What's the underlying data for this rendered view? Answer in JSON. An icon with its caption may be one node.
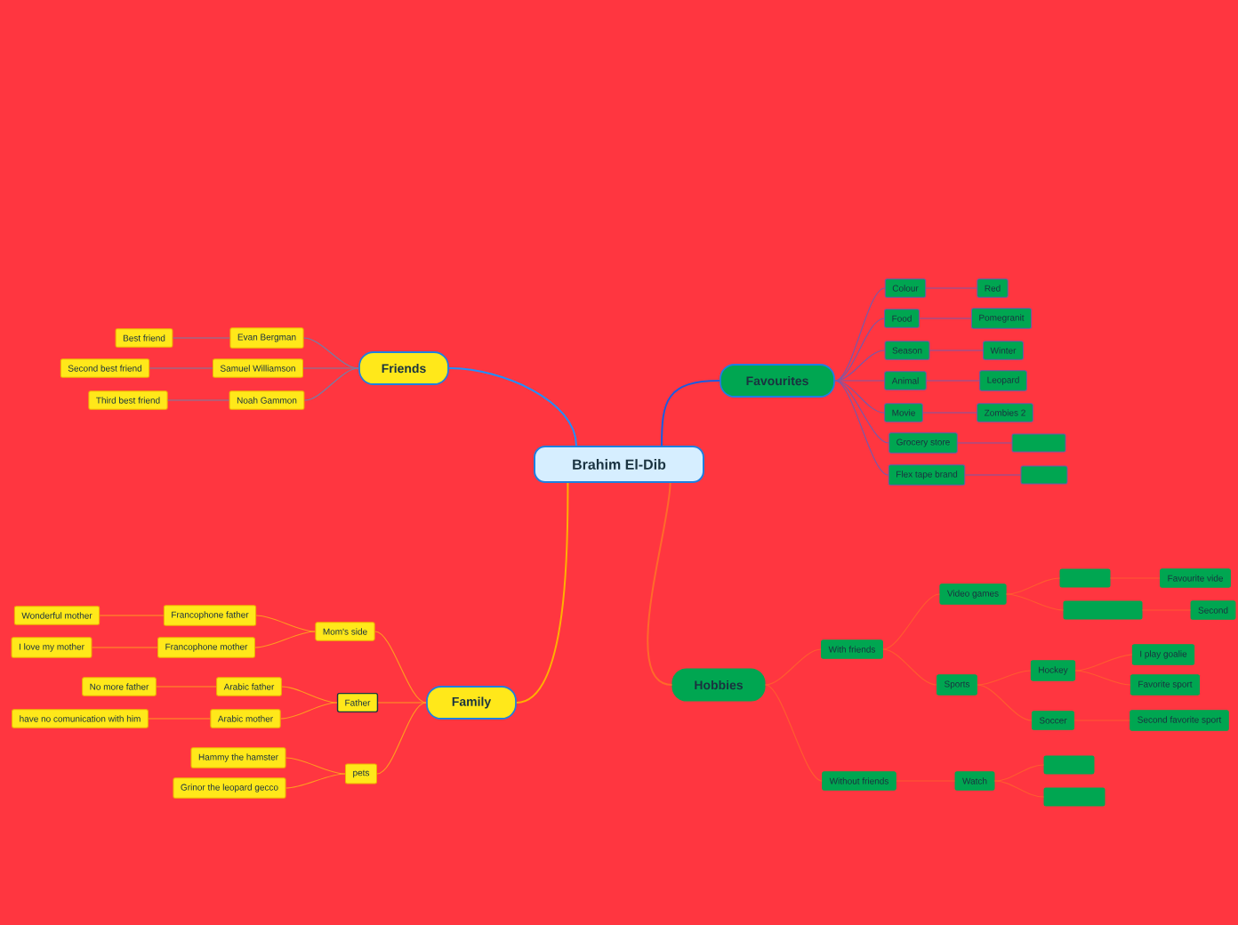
{
  "diagram": {
    "nodes": [
      {
        "text": [
          "Brahim El-Dib"
        ]
      },
      {
        "text": [
          "Friends"
        ]
      },
      {
        "text": [
          "Evan Bergman"
        ]
      },
      {
        "text": [
          "Best friend"
        ]
      },
      {
        "text": [
          "Samuel Williamson"
        ]
      },
      {
        "text": [
          "Second best friend"
        ]
      },
      {
        "text": [
          "Noah Gammon"
        ]
      },
      {
        "text": [
          "Third best friend"
        ]
      },
      {
        "text": [
          "Favourites"
        ]
      },
      {
        "text": [
          "Colour"
        ]
      },
      {
        "text": [
          "Red"
        ]
      },
      {
        "text": [
          "Food"
        ]
      },
      {
        "text": [
          "Pomegranit"
        ]
      },
      {
        "text": [
          "Season"
        ]
      },
      {
        "text": [
          "Winter"
        ]
      },
      {
        "text": [
          "Animal"
        ]
      },
      {
        "text": [
          "Leopard"
        ]
      },
      {
        "text": [
          "Movie"
        ]
      },
      {
        "text": [
          "Zombies 2"
        ]
      },
      {
        "text": [
          "Grocery store"
        ]
      },
      {
        "text": [],
        "shape": "box"
      },
      {
        "text": [
          "Flex tape brand"
        ]
      },
      {
        "text": [],
        "shape": "box"
      },
      {
        "text": [
          "Family"
        ]
      },
      {
        "text": [
          "Mom's side"
        ]
      },
      {
        "text": [
          "Francophone father"
        ]
      },
      {
        "text": [
          "Wonderful mother"
        ]
      },
      {
        "text": [
          "Francophone mother"
        ]
      },
      {
        "text": [
          "I love my mother"
        ]
      },
      {
        "text": [
          "Father"
        ]
      },
      {
        "text": [
          "Arabic father"
        ]
      },
      {
        "text": [
          "No more father"
        ]
      },
      {
        "text": [
          "Arabic mother"
        ]
      },
      {
        "text": [
          "have no comunication with him"
        ]
      },
      {
        "text": [
          "pets"
        ]
      },
      {
        "text": [
          "Hammy the hamster"
        ]
      },
      {
        "text": [
          "Grinor the leopard gecco"
        ]
      },
      {
        "text": [
          "Hobbies"
        ]
      },
      {
        "text": [
          "With friends"
        ]
      },
      {
        "text": [
          "Video games"
        ]
      },
      {
        "text": [],
        "shape": "box"
      },
      {
        "text": [
          "Favourite vide"
        ]
      },
      {
        "text": [],
        "shape": "box"
      },
      {
        "text": [
          "Second"
        ]
      },
      {
        "text": [
          "Sports"
        ]
      },
      {
        "text": [
          "Hockey"
        ]
      },
      {
        "text": [
          "I play goalie"
        ]
      },
      {
        "text": [
          "Favorite sport"
        ]
      },
      {
        "text": [
          "Soccer"
        ]
      },
      {
        "text": [
          "Second favorite sport"
        ]
      },
      {
        "text": [
          "Without friends"
        ]
      },
      {
        "text": [
          "Watch"
        ]
      },
      {
        "text": [],
        "shape": "box"
      },
      {
        "text": [],
        "shape": "box"
      }
    ],
    "edges": [
      {
        "from": 0,
        "to": 1,
        "arrow": "none",
        "color": "#1e90ff"
      },
      {
        "from": 1,
        "to": 2,
        "arrow": "none",
        "color": "#7080a8"
      },
      {
        "from": 2,
        "to": 3,
        "arrow": "none",
        "color": "#7080a8"
      },
      {
        "from": 1,
        "to": 4,
        "arrow": "none",
        "color": "#7080a8"
      },
      {
        "from": 4,
        "to": 5,
        "arrow": "none",
        "color": "#7080a8"
      },
      {
        "from": 1,
        "to": 6,
        "arrow": "none",
        "color": "#7080a8"
      },
      {
        "from": 6,
        "to": 7,
        "arrow": "none",
        "color": "#7080a8"
      },
      {
        "from": 0,
        "to": 8,
        "arrow": "none",
        "color": "#1a5ce0"
      },
      {
        "from": 8,
        "to": 9,
        "arrow": "none",
        "color": "#7a58a8"
      },
      {
        "from": 9,
        "to": 10,
        "arrow": "none",
        "color": "#7a58a8"
      },
      {
        "from": 8,
        "to": 11,
        "arrow": "none",
        "color": "#7a58a8"
      },
      {
        "from": 11,
        "to": 12,
        "arrow": "none",
        "color": "#7a58a8"
      },
      {
        "from": 8,
        "to": 13,
        "arrow": "none",
        "color": "#7a58a8"
      },
      {
        "from": 13,
        "to": 14,
        "arrow": "none",
        "color": "#7a58a8"
      },
      {
        "from": 8,
        "to": 15,
        "arrow": "none",
        "color": "#7a58a8"
      },
      {
        "from": 15,
        "to": 16,
        "arrow": "none",
        "color": "#7a58a8"
      },
      {
        "from": 8,
        "to": 17,
        "arrow": "none",
        "color": "#7a58a8"
      },
      {
        "from": 17,
        "to": 18,
        "arrow": "none",
        "color": "#7a58a8"
      },
      {
        "from": 8,
        "to": 19,
        "arrow": "none",
        "color": "#7a58a8"
      },
      {
        "from": 19,
        "to": 20,
        "arrow": "none",
        "color": "#7a58a8"
      },
      {
        "from": 8,
        "to": 21,
        "arrow": "none",
        "color": "#7a58a8"
      },
      {
        "from": 21,
        "to": 22,
        "arrow": "none",
        "color": "#7a58a8"
      },
      {
        "from": 0,
        "to": 23,
        "arrow": "none",
        "color": "#ffb000"
      },
      {
        "from": 23,
        "to": 24,
        "arrow": "none",
        "color": "#ff9a20"
      },
      {
        "from": 24,
        "to": 25,
        "arrow": "none",
        "color": "#ff9a20"
      },
      {
        "from": 25,
        "to": 26,
        "arrow": "none",
        "color": "#ff9a20"
      },
      {
        "from": 24,
        "to": 27,
        "arrow": "none",
        "color": "#ff9a20"
      },
      {
        "from": 27,
        "to": 28,
        "arrow": "none",
        "color": "#ff9a20"
      },
      {
        "from": 23,
        "to": 29,
        "arrow": "none",
        "color": "#ff9a20"
      },
      {
        "from": 29,
        "to": 30,
        "arrow": "none",
        "color": "#ff9a20"
      },
      {
        "from": 30,
        "to": 31,
        "arrow": "none",
        "color": "#ff9a20"
      },
      {
        "from": 29,
        "to": 32,
        "arrow": "none",
        "color": "#ff9a20"
      },
      {
        "from": 32,
        "to": 33,
        "arrow": "none",
        "color": "#ff9a20"
      },
      {
        "from": 23,
        "to": 34,
        "arrow": "none",
        "color": "#ff9a20"
      },
      {
        "from": 34,
        "to": 35,
        "arrow": "none",
        "color": "#ff9a20"
      },
      {
        "from": 34,
        "to": 36,
        "arrow": "none",
        "color": "#ff9a20"
      },
      {
        "from": 0,
        "to": 37,
        "arrow": "none",
        "color": "#ff6a2a"
      },
      {
        "from": 37,
        "to": 38,
        "arrow": "none",
        "color": "#ff5a30"
      },
      {
        "from": 38,
        "to": 39,
        "arrow": "none",
        "color": "#ff5a30"
      },
      {
        "from": 39,
        "to": 40,
        "arrow": "none",
        "color": "#ff5a30"
      },
      {
        "from": 40,
        "to": 41,
        "arrow": "none",
        "color": "#ff5a30"
      },
      {
        "from": 39,
        "to": 42,
        "arrow": "none",
        "color": "#ff5a30"
      },
      {
        "from": 42,
        "to": 43,
        "arrow": "none",
        "color": "#ff5a30"
      },
      {
        "from": 38,
        "to": 44,
        "arrow": "none",
        "color": "#ff5a30"
      },
      {
        "from": 44,
        "to": 45,
        "arrow": "none",
        "color": "#ff5a30"
      },
      {
        "from": 45,
        "to": 46,
        "arrow": "none",
        "color": "#ff5a30"
      },
      {
        "from": 45,
        "to": 47,
        "arrow": "none",
        "color": "#ff5a30"
      },
      {
        "from": 44,
        "to": 48,
        "arrow": "none",
        "color": "#ff5a30"
      },
      {
        "from": 48,
        "to": 49,
        "arrow": "none",
        "color": "#ff5a30"
      },
      {
        "from": 37,
        "to": 50,
        "arrow": "none",
        "color": "#ff5a30"
      },
      {
        "from": 50,
        "to": 51,
        "arrow": "none",
        "color": "#ff5a30"
      },
      {
        "from": 51,
        "to": 52,
        "arrow": "none",
        "color": "#ff5a30"
      },
      {
        "from": 51,
        "to": 53,
        "arrow": "none",
        "color": "#ff5a30"
      }
    ]
  }
}
